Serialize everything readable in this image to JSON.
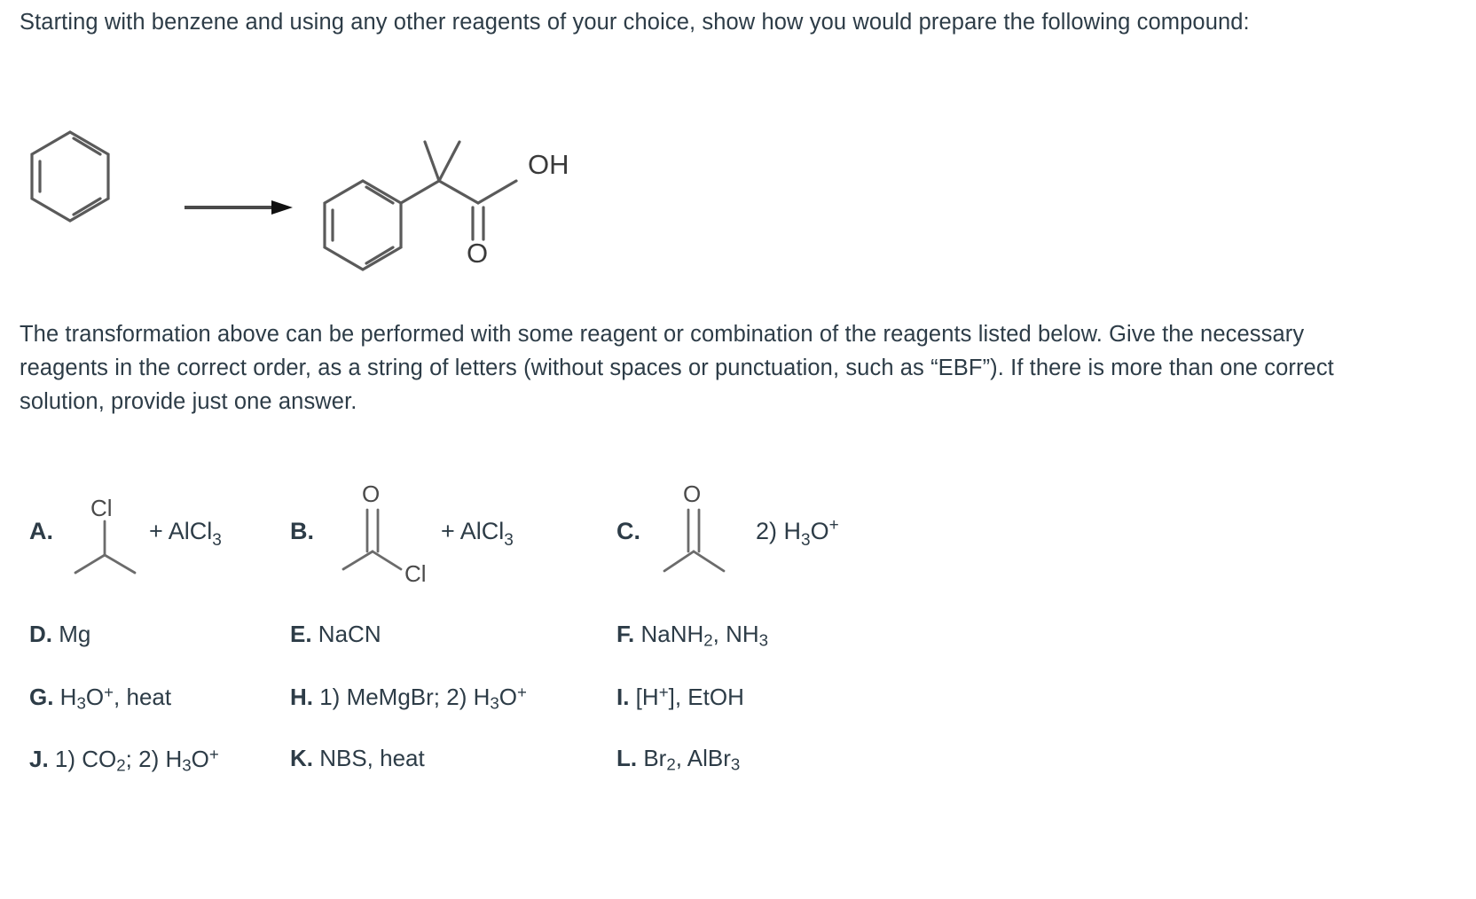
{
  "question": {
    "intro": "Starting with benzene and using any other reagents of your choice, show how you would prepare the following compound:",
    "instructions": "The transformation above can be performed with some reagent or combination of the reagents listed below. Give the necessary reagents in the correct order, as a string of letters (without spaces or punctuation, such as “EBF”). If there is more than one correct solution, provide just one answer."
  },
  "scheme": {
    "reactant_name": "benzene",
    "product_name": "2-methyl-2-phenylpropanoic acid",
    "arrow": "reaction-arrow",
    "product_labels": {
      "hydroxyl": "OH",
      "carbonyl": "O"
    }
  },
  "options": {
    "structural": [
      {
        "letter": "A.",
        "structure": "2-chloropropane",
        "structure_label": "Cl",
        "reagent_text": "+ AlCl",
        "reagent_sub": "3"
      },
      {
        "letter": "B.",
        "structure": "acetyl-chloride",
        "structure_label_top": "O",
        "structure_label_right": "Cl",
        "reagent_text": "+ AlCl",
        "reagent_sub": "3"
      },
      {
        "letter": "C.",
        "structure": "acetone",
        "structure_label_top": "O",
        "reagent_text_pre": "2) H",
        "reagent_sub": "3",
        "reagent_text_post": "O",
        "reagent_sup": "+"
      }
    ],
    "text_rows": [
      [
        {
          "letter": "D.",
          "label": "Mg"
        },
        {
          "letter": "E.",
          "label": "NaCN"
        },
        {
          "letter": "F.",
          "label": "NaNH2, NH3"
        }
      ],
      [
        {
          "letter": "G.",
          "label": "H3O+, heat"
        },
        {
          "letter": "H.",
          "label": "1) MeMgBr; 2) H3O+"
        },
        {
          "letter": "I.",
          "label": "[H+], EtOH"
        }
      ],
      [
        {
          "letter": "J.",
          "label": "1) CO2; 2) H3O+"
        },
        {
          "letter": "K.",
          "label": "NBS, heat"
        },
        {
          "letter": "L.",
          "label": "Br2, AlBr3"
        }
      ]
    ]
  },
  "colors": {
    "text": "#2d3c47",
    "structure_stroke": "#5a5a5a",
    "background": "#ffffff"
  }
}
